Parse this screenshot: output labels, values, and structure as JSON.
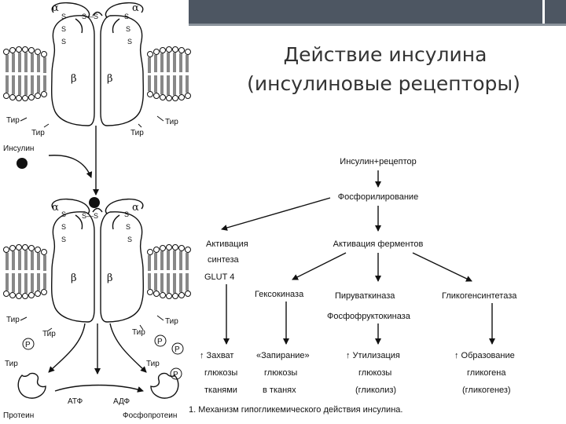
{
  "title": {
    "line1": "Действие инсулина",
    "line2": "(инсулиновые рецепторы)"
  },
  "receptor": {
    "alpha": "α",
    "beta": "β",
    "s": "S",
    "ss": "S—S",
    "tir": "Тир",
    "p": "P"
  },
  "labels": {
    "insulin": "Инсулин",
    "atp": "АТФ",
    "adp": "АДФ",
    "protein": "Протеин",
    "phosphoprotein": "Фосфопротеин"
  },
  "flowchart": {
    "insulin_receptor": "Инсулин+рецептор",
    "phosphorylation": "Фосфорилирование",
    "activation_synthesis": [
      "Активация",
      "синтеза",
      "GLUT 4"
    ],
    "activation_enzymes": "Активация ферментов",
    "hexokinase": "Гексокиназа",
    "pyruvate_kinase": "Пируваткиназа",
    "phosphofructokinase": "Фосфофруктокиназа",
    "glycogen_synthetase": "Гликогенсинтетаза",
    "uptake": [
      "↑ Захват",
      "глюкозы",
      "тканями"
    ],
    "locking": [
      "«Запирание»",
      "глюкозы",
      "в тканях"
    ],
    "utilization": [
      "↑ Утилизация",
      "глюкозы",
      "(гликолиз)"
    ],
    "formation": [
      "↑ Образование",
      "гликогена",
      "(гликогенез)"
    ],
    "caption": "1. Механизм гипогликемического действия инсулина."
  }
}
